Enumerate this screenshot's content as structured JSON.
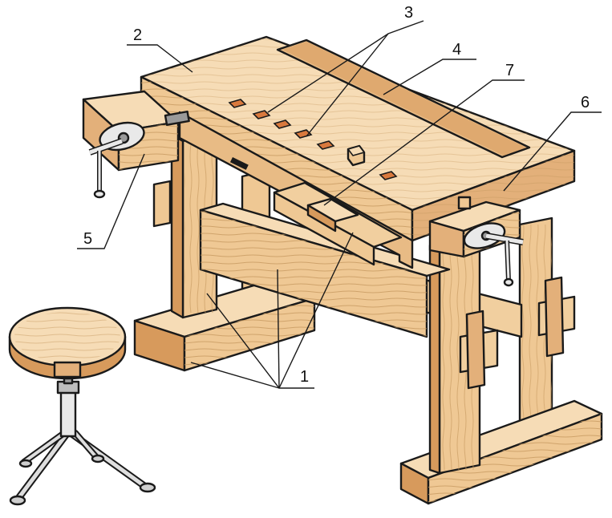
{
  "colors": {
    "wood_light": "#f6dcb6",
    "wood_mid": "#efc894",
    "wood_dark": "#d79a5c",
    "slot": "#d9793d",
    "ink": "#1a1a1a",
    "metal": "#e9e9e9",
    "metal_dark": "#9a9a9a"
  },
  "callouts": [
    {
      "id": "legs-stretcher",
      "text": "1"
    },
    {
      "id": "top-board",
      "text": "2"
    },
    {
      "id": "bench-dog-holes",
      "text": "3"
    },
    {
      "id": "tool-tray",
      "text": "4"
    },
    {
      "id": "front-vise",
      "text": "5"
    },
    {
      "id": "tail-vise",
      "text": "6"
    },
    {
      "id": "drawer",
      "text": "7"
    }
  ]
}
